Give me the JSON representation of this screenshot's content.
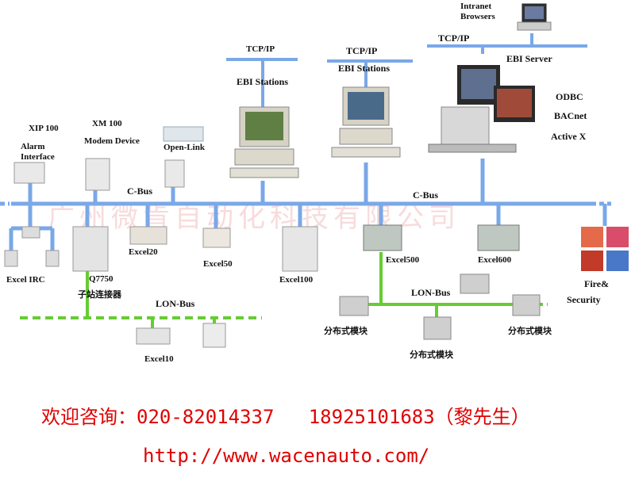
{
  "diagram": {
    "watermark": "广州微肯自动化科技有限公司",
    "top": {
      "intranet_line1": "Intranet",
      "intranet_line2": "Browsers",
      "tcpip_server": "TCP/IP",
      "ebi_server": "EBI Server",
      "odbc": "ODBC",
      "bacnet": "BACnet",
      "activex": "Active X",
      "tcpip_left": "TCP/IP",
      "ebi_stations_left": "EBI Stations",
      "tcpip_mid": "TCP/IP",
      "ebi_stations_mid": "EBI Stations"
    },
    "cbus": {
      "label_left": "C-Bus",
      "label_right": "C-Bus"
    },
    "devices": {
      "xip100": "XIP 100",
      "alarm_line1": "Alarm",
      "alarm_line2": "Interface",
      "xm100": "XM 100",
      "modem": "Modem Device",
      "openlink": "Open-Link",
      "excel_irc": "Excel IRC",
      "q7750": "Q7750",
      "q7750_cn": "子站连接器",
      "excel20": "Excel20",
      "excel50": "Excel50",
      "excel100": "Excel100",
      "excel500": "Excel500",
      "excel600": "Excel600",
      "fire_line1": "Fire&",
      "fire_line2": "Security"
    },
    "lonbus": {
      "left_label": "LON-Bus",
      "excel10": "Excel10",
      "right_label": "LON-Bus",
      "module_1": "分布式模块",
      "module_2": "分布式模块",
      "module_3": "分布式模块"
    }
  },
  "contact": {
    "consult": "欢迎咨询：020-82014337   18925101683（黎先生）",
    "url": "http://www.wacenauto.com/"
  },
  "colors": {
    "bus_blue": "#7aa8e8",
    "lon_green": "#66cc33",
    "contact_red": "#e00000"
  }
}
